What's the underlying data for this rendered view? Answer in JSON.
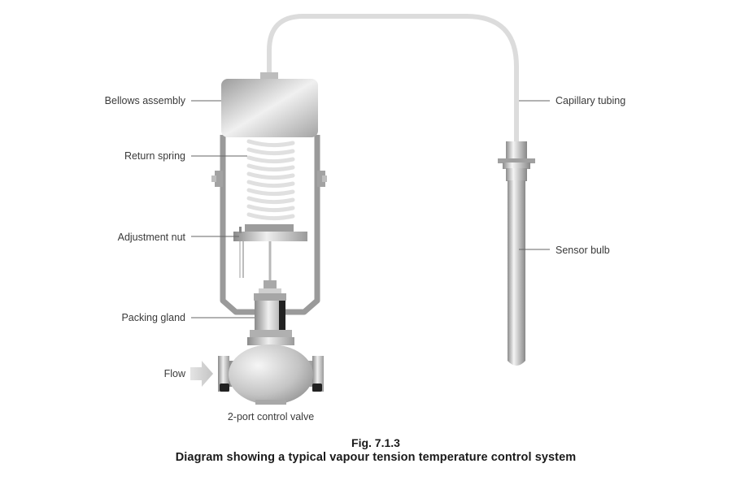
{
  "labels": {
    "bellows_assembly": "Bellows assembly",
    "return_spring": "Return spring",
    "adjustment_nut": "Adjustment nut",
    "packing_gland": "Packing gland",
    "flow": "Flow",
    "control_valve": "2-port control valve",
    "capillary_tubing": "Capillary tubing",
    "sensor_bulb": "Sensor bulb"
  },
  "caption": {
    "figure_number": "Fig. 7.1.3",
    "title": "Diagram showing a typical vapour tension temperature control system"
  },
  "colors": {
    "label_text": "#3a3a3a",
    "leader_line": "#666666",
    "metal_dark": "#8e8e8e",
    "metal_light": "#f2f2f2",
    "capillary": "#dcdcdc"
  }
}
